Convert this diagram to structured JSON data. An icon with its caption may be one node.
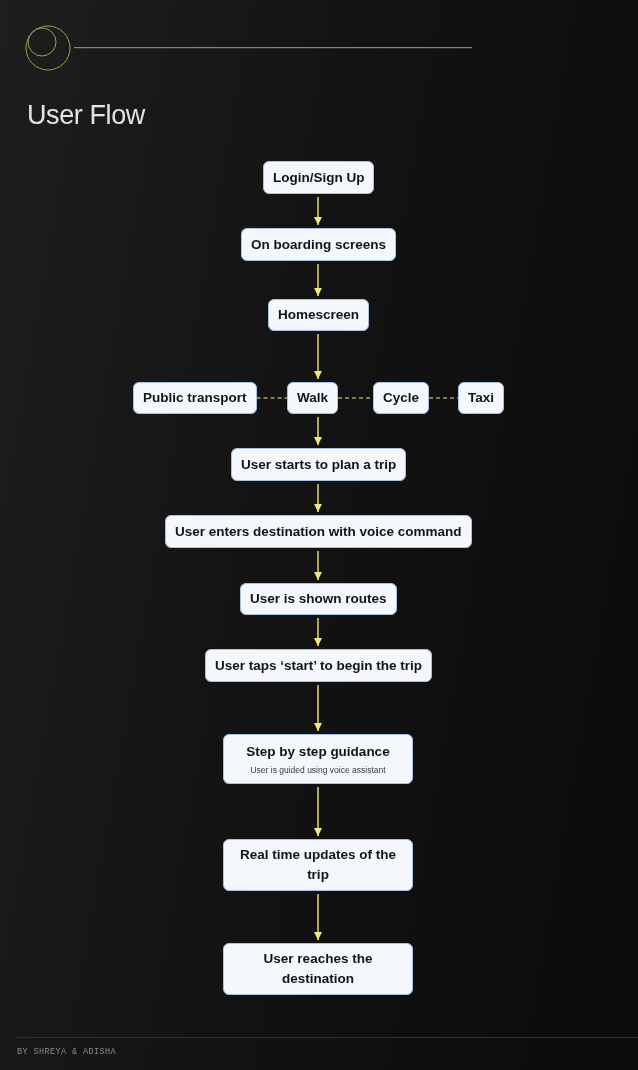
{
  "diagram": {
    "title": "User Flow",
    "nodes": [
      {
        "text": [
          "Login/Sign Up"
        ]
      },
      {
        "text": [
          "On boarding screens"
        ]
      },
      {
        "text": [
          "Homescreen"
        ]
      },
      {
        "text": [
          "Public transport"
        ]
      },
      {
        "text": [
          "Walk"
        ]
      },
      {
        "text": [
          "Cycle"
        ]
      },
      {
        "text": [
          "Taxi"
        ]
      },
      {
        "text": [
          "User starts to plan a trip"
        ]
      },
      {
        "text": [
          "User enters destination with voice command"
        ]
      },
      {
        "text": [
          "User is shown routes"
        ]
      },
      {
        "text": [
          "User taps ‘start’ to begin the trip"
        ]
      },
      {
        "text": [
          "Step by step guidance",
          "User is guided using voice assistant"
        ]
      },
      {
        "text": [
          "Real time updates of the trip"
        ]
      },
      {
        "text": [
          "User reaches the destination"
        ]
      }
    ],
    "edges": [
      {
        "from": 0,
        "to": 1,
        "arrow": "to"
      },
      {
        "from": 1,
        "to": 2,
        "arrow": "to"
      },
      {
        "from": 2,
        "to": 4,
        "arrow": "to"
      },
      {
        "from": 3,
        "to": 4,
        "arrow": "none",
        "style": "dashed"
      },
      {
        "from": 4,
        "to": 5,
        "arrow": "none",
        "style": "dashed"
      },
      {
        "from": 5,
        "to": 6,
        "arrow": "none",
        "style": "dashed"
      },
      {
        "from": 4,
        "to": 7,
        "arrow": "to"
      },
      {
        "from": 7,
        "to": 8,
        "arrow": "to"
      },
      {
        "from": 8,
        "to": 9,
        "arrow": "to"
      },
      {
        "from": 9,
        "to": 10,
        "arrow": "to"
      },
      {
        "from": 10,
        "to": 11,
        "arrow": "to"
      },
      {
        "from": 11,
        "to": 12,
        "arrow": "to"
      },
      {
        "from": 12,
        "to": 13,
        "arrow": "to"
      }
    ],
    "labels": [
      "BY SHREYA & ADISHA"
    ]
  }
}
